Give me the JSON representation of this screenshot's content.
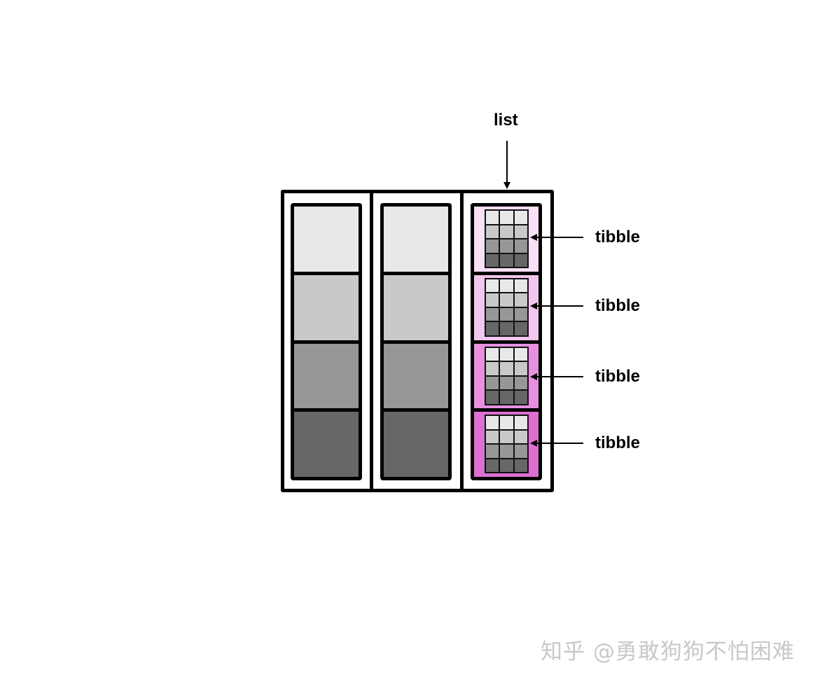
{
  "labels": {
    "list": "list",
    "tibble": [
      "tibble",
      "tibble",
      "tibble",
      "tibble"
    ]
  },
  "watermark": "知乎 @勇敢狗狗不怕困难",
  "colors": {
    "gray_rows": [
      "#e8e8e8",
      "#c9c9c9",
      "#979797",
      "#676767"
    ],
    "pink_rows": [
      "#f8e0f6",
      "#f2c6ee",
      "#e890df",
      "#de6fd2"
    ],
    "border": "#000000"
  },
  "structure": {
    "columns": [
      {
        "type": "vector",
        "rows": 4
      },
      {
        "type": "vector",
        "rows": 4
      },
      {
        "type": "list-column",
        "rows": 4,
        "cell_content": "tibble (4x3 grid)"
      }
    ]
  }
}
